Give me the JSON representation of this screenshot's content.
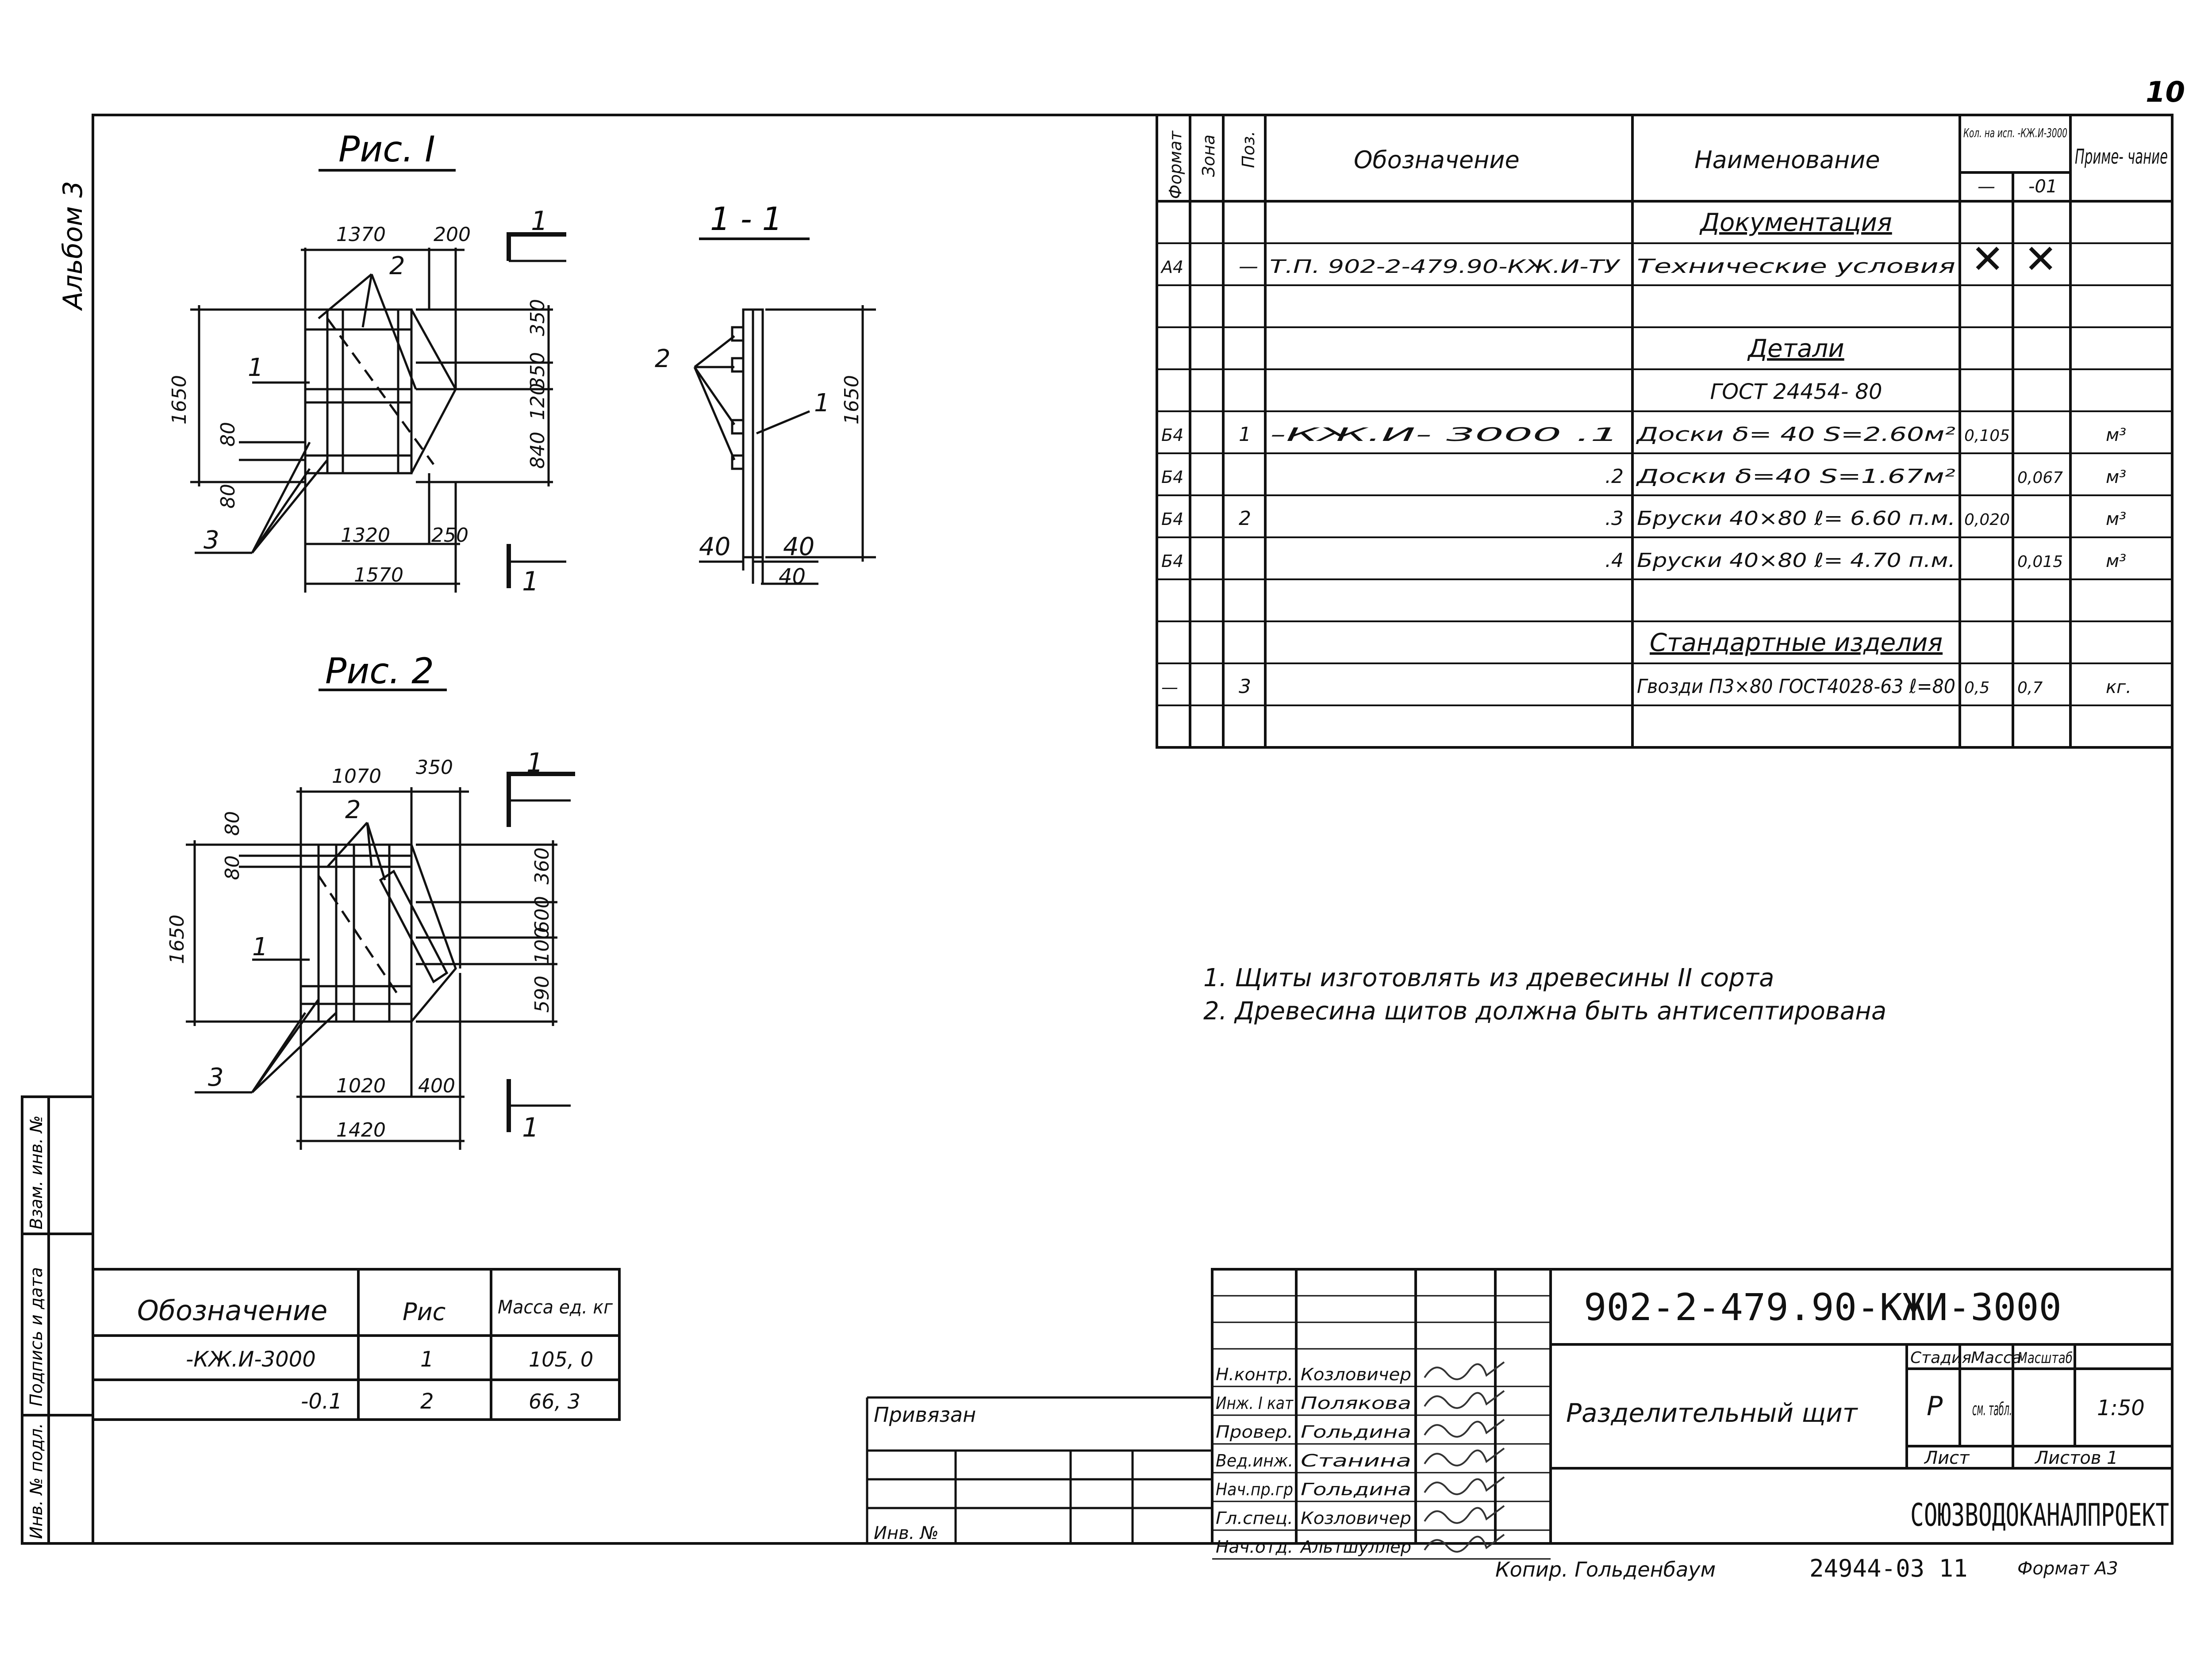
{
  "page_number": "10",
  "album": "Альбом 3",
  "fig1": {
    "title": "Рис. I",
    "dims": {
      "top1": "1370",
      "top2": "200",
      "bot1": "1320",
      "bot2": "250",
      "bot_total": "1570",
      "height": "1650",
      "r1": "350",
      "r2": "350",
      "r3": "120",
      "r4": "840",
      "l1": "80",
      "l2": "80"
    },
    "callouts": {
      "c1": "1",
      "c2": "2",
      "c3": "3"
    },
    "section_mark": "1"
  },
  "section": {
    "title": "1 - 1",
    "dims": {
      "height": "1650",
      "w1": "40",
      "w2": "40",
      "w3": "40"
    },
    "callouts": {
      "c1": "1",
      "c2": "2"
    }
  },
  "fig2": {
    "title": "Рис. 2",
    "dims": {
      "top1": "1070",
      "top2": "350",
      "bot1": "1020",
      "bot2": "400",
      "bot_total": "1420",
      "height": "1650",
      "r1": "360",
      "r2": "600",
      "r3": "100",
      "r4": "590",
      "l1": "80",
      "l2": "80"
    },
    "callouts": {
      "c1": "1",
      "c2": "2",
      "c3": "3"
    },
    "section_mark": "1"
  },
  "spec": {
    "headers": {
      "format": "Формат",
      "zone": "Зона",
      "pos": "Поз.",
      "designation": "Обозначение",
      "name": "Наименование",
      "qty": "Кол. на исп. -КЖ.И-3000",
      "qty_a": "—",
      "qty_b": "-01",
      "note": "Приме- чание"
    },
    "rows": [
      {
        "format": "",
        "zone": "",
        "pos": "",
        "designation": "",
        "name": "Документация",
        "qa": "",
        "qb": "",
        "note": "",
        "section": true
      },
      {
        "format": "А4",
        "zone": "",
        "pos": "—",
        "designation": "Т.П. 902-2-479.90-КЖ.И-ТУ",
        "name": "Технические условия",
        "qa": "✕",
        "qb": "✕",
        "note": ""
      },
      {
        "format": "",
        "zone": "",
        "pos": "",
        "designation": "",
        "name": "",
        "qa": "",
        "qb": "",
        "note": ""
      },
      {
        "format": "",
        "zone": "",
        "pos": "",
        "designation": "",
        "name": "Детали",
        "qa": "",
        "qb": "",
        "note": "",
        "section": true
      },
      {
        "format": "",
        "zone": "",
        "pos": "",
        "designation": "",
        "name": "ГОСТ 24454- 80",
        "qa": "",
        "qb": "",
        "note": "",
        "center": true
      },
      {
        "format": "Б4",
        "zone": "",
        "pos": "1",
        "designation": "-КЖ.И- 3000 .1",
        "name": "Доски δ= 40   S=2.60м²",
        "qa": "0,105",
        "qb": "",
        "note": "м³"
      },
      {
        "format": "Б4",
        "zone": "",
        "pos": "",
        "designation": ".2",
        "name": "Доски δ=40   S=1.67м²",
        "qa": "",
        "qb": "0,067",
        "note": "м³"
      },
      {
        "format": "Б4",
        "zone": "",
        "pos": "2",
        "designation": ".3",
        "name": "Бруски 40×80  ℓ= 6.60 п.м.",
        "qa": "0,020",
        "qb": "",
        "note": "м³"
      },
      {
        "format": "Б4",
        "zone": "",
        "pos": "",
        "designation": ".4",
        "name": "Бруски 40×80  ℓ= 4.70 п.м.",
        "qa": "",
        "qb": "0,015",
        "note": "м³"
      },
      {
        "format": "",
        "zone": "",
        "pos": "",
        "designation": "",
        "name": "",
        "qa": "",
        "qb": "",
        "note": ""
      },
      {
        "format": "",
        "zone": "",
        "pos": "",
        "designation": "",
        "name": "Стандартные изделия",
        "qa": "",
        "qb": "",
        "note": "",
        "section": true
      },
      {
        "format": "—",
        "zone": "",
        "pos": "3",
        "designation": "",
        "name": "Гвозди П3×80 ГОСТ4028-63 ℓ=80",
        "qa": "0,5",
        "qb": "0,7",
        "note": "кг."
      },
      {
        "format": "",
        "zone": "",
        "pos": "",
        "designation": "",
        "name": "",
        "qa": "",
        "qb": "",
        "note": ""
      }
    ]
  },
  "notes": [
    "1.  Щиты изготовлять   из древесины  II сорта",
    "2.  Древесина  щитов   должна  быть  антисептирована"
  ],
  "mass_table": {
    "headers": {
      "designation": "Обозначение",
      "fig": "Рис",
      "mass": "Масса ед. кг"
    },
    "rows": [
      {
        "designation": "-КЖ.И-3000",
        "fig": "1",
        "mass": "105, 0"
      },
      {
        "designation": "-0.1",
        "fig": "2",
        "mass": "66, 3"
      }
    ]
  },
  "side_labels": {
    "inv_podl": "Инв. № подл.",
    "podpis": "Подпись и дата",
    "vzam": "Взам. инв. №"
  },
  "privyazan": "Привязан",
  "inv_no": "Инв. №",
  "title_block": {
    "code": "902-2-479.90-КЖИ-3000",
    "drawing_name": "Разделительный  щит",
    "stage_h": "Стадия",
    "mass_h": "Масса",
    "scale_h": "Масштаб",
    "stage": "Р",
    "mass": "см. табл.",
    "scale": "1:50",
    "sheet_h": "Лист",
    "sheets_h": "Листов 1",
    "org": "СОЮЗВОДОКАНАЛПРОЕКТ",
    "roles": [
      {
        "role": "Н.контр.",
        "name": "Козловичер"
      },
      {
        "role": "Инж. I кат",
        "name": "Полякова"
      },
      {
        "role": "Провер.",
        "name": "Гольдина"
      },
      {
        "role": "Вед.инж.",
        "name": "Станина"
      },
      {
        "role": "Нач.пр.гр",
        "name": "Гольдина"
      },
      {
        "role": "Гл.спец.",
        "name": "Козловичер"
      },
      {
        "role": "Нач.отд.",
        "name": "Альтшуллер"
      }
    ]
  },
  "footer": {
    "copy": "Копир. Гольденбаум",
    "doc_no": "24944-03  11",
    "format": "Формат А3"
  }
}
